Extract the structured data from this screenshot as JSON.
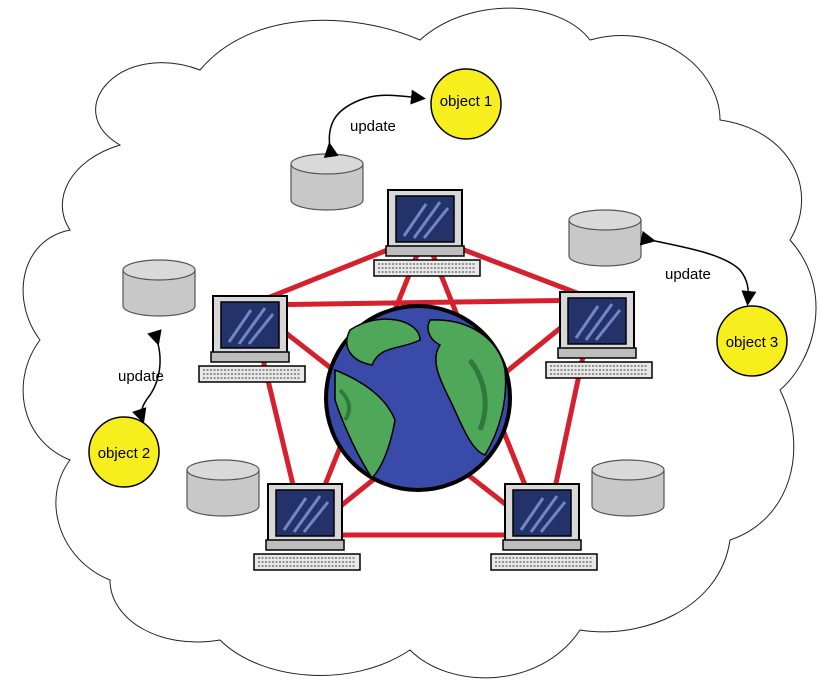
{
  "diagram": {
    "objects": [
      {
        "label": "object 1"
      },
      {
        "label": "object 2"
      },
      {
        "label": "object 3"
      }
    ],
    "update_labels": [
      "update",
      "update",
      "update"
    ],
    "colors": {
      "object_fill": "#f7ee1d",
      "link": "#d6202e",
      "ocean": "#3a4aa8",
      "land": "#4fa85a",
      "database": "#c8c8c8",
      "screen": "#24326a"
    }
  }
}
